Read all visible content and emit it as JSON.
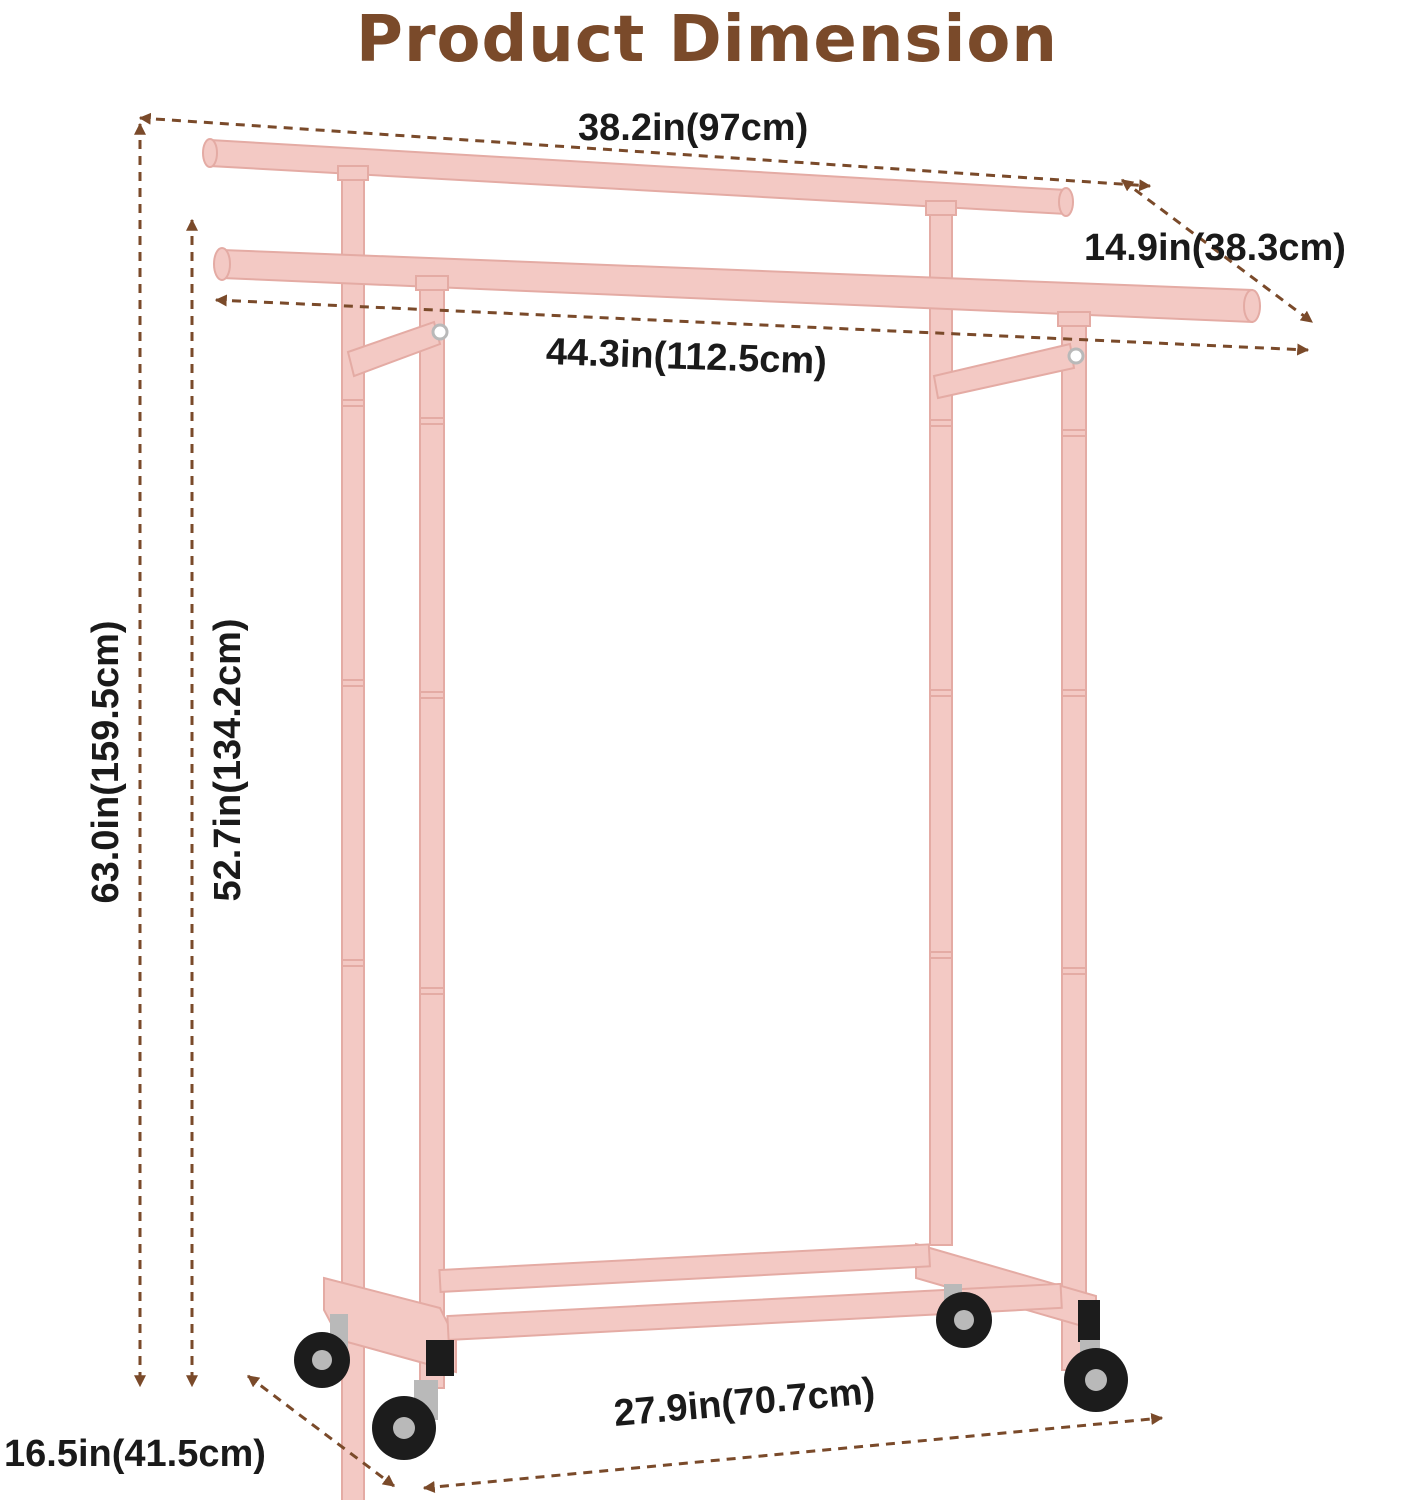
{
  "title": "Product Dimension",
  "colors": {
    "title": "#7a4a2a",
    "dimension_arrow": "#7a4a2a",
    "frame": "#f3c9c4",
    "frame_shade": "#e4aba4",
    "caster": "#1c1c1c",
    "metal": "#b9b9b9"
  },
  "dimensions": {
    "top_width": "38.2in(97cm)",
    "top_depth": "14.9in(38.3cm)",
    "front_rail_width": "44.3in(112.5cm)",
    "total_height": "63.0in(159.5cm)",
    "rail_height": "52.7in(134.2cm)",
    "base_width": "27.9in(70.7cm)",
    "base_depth": "16.5in(41.5cm)"
  }
}
